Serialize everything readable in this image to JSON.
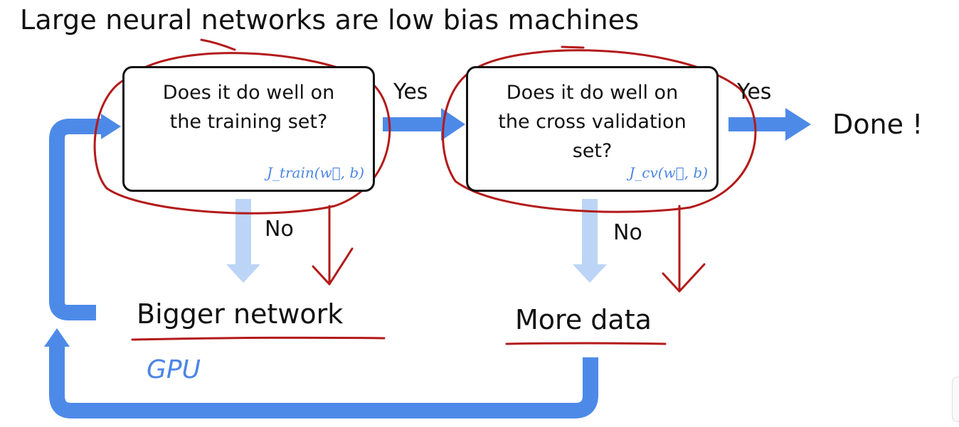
{
  "title": "Large neural networks are low bias machines",
  "box1": {
    "text": "Does it do well on the training set?",
    "formula": "J_train(w⃗, b)"
  },
  "box2": {
    "text": "Does it do well on the cross validation set?",
    "formula": "J_cv(w⃗, b)"
  },
  "labels": {
    "yes1": "Yes",
    "yes2": "Yes",
    "no1": "No",
    "no2": "No",
    "done": "Done !",
    "bigger": "Bigger network",
    "moredata": "More data",
    "gpu": "GPU"
  },
  "colors": {
    "arrow_blue": "#4d8ae8",
    "arrow_light": "#bcd5f7",
    "annotation_red": "#b31a1a",
    "annotation_blue": "#4c86e6"
  }
}
